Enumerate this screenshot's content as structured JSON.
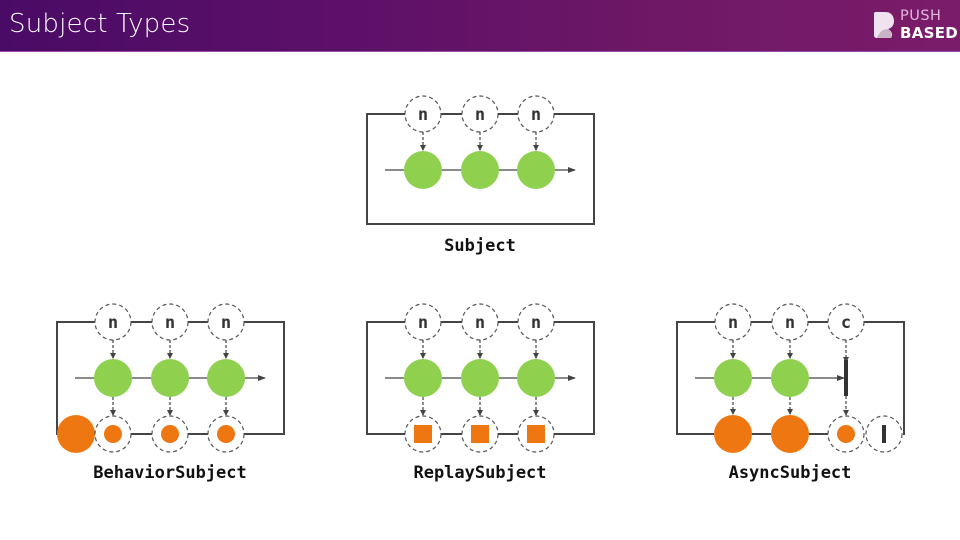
{
  "header": {
    "title": "Subject Types",
    "logo": {
      "line1": "PUSH",
      "line2": "BASED",
      "icon": "pushbased-logo-icon"
    }
  },
  "colors": {
    "header_start": "#4a0b66",
    "header_end": "#7a1c6a",
    "green": "#8fd14f",
    "orange": "#ee7711",
    "line": "#444444",
    "dashed": "#555555"
  },
  "diagrams": [
    {
      "name": "Subject",
      "label": "Subject",
      "inputs": [
        "n",
        "n",
        "n"
      ],
      "stream": [
        "value",
        "value",
        "value"
      ],
      "arrow_end": true,
      "outputs": []
    },
    {
      "name": "BehaviorSubject",
      "label": "BehaviorSubject",
      "inputs": [
        "n",
        "n",
        "n"
      ],
      "stream": [
        "value",
        "value",
        "value"
      ],
      "arrow_end": true,
      "initial_value": true,
      "outputs": [
        "small-circle",
        "small-circle",
        "small-circle"
      ]
    },
    {
      "name": "ReplaySubject",
      "label": "ReplaySubject",
      "inputs": [
        "n",
        "n",
        "n"
      ],
      "stream": [
        "value",
        "value",
        "value"
      ],
      "arrow_end": true,
      "outputs": [
        "square",
        "square",
        "square"
      ]
    },
    {
      "name": "AsyncSubject",
      "label": "AsyncSubject",
      "inputs": [
        "n",
        "n",
        "c"
      ],
      "stream": [
        "value",
        "value",
        "complete"
      ],
      "arrow_end": false,
      "outputs": [
        "big-circle",
        "big-circle",
        "small-circle",
        "complete-bar"
      ]
    }
  ]
}
